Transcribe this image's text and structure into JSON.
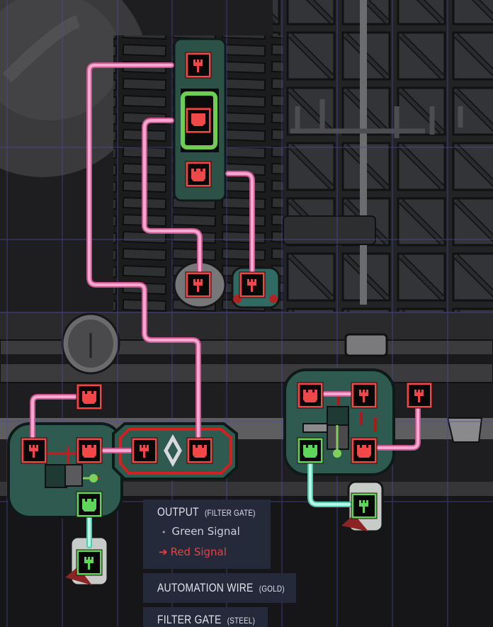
{
  "colors": {
    "wire_red": "#f08ab0",
    "signal_red": "#f04848",
    "signal_green": "#5fd65a",
    "wire_green": "#7fe8cc",
    "panel_teal": "#2f5a4f",
    "tooltip_bg": "#262b3d",
    "tooltip_text": "#e9ecf2",
    "tooltip_active": "#ee4444"
  },
  "tooltip": {
    "output_title": "OUTPUT",
    "output_subtitle": "(FILTER GATE)",
    "options": [
      {
        "label": "Green Signal",
        "marker": "•",
        "selected": false
      },
      {
        "label": "Red Signal",
        "marker": "➔",
        "selected": true
      }
    ],
    "wire_title": "AUTOMATION WIRE",
    "wire_subtitle": "(GOLD)",
    "gate_title": "FILTER GATE",
    "gate_subtitle": "(STEEL)"
  },
  "ports": [
    {
      "id": "port-top-input",
      "signal": "red",
      "kind": "input"
    },
    {
      "id": "port-memory-center",
      "signal": "red",
      "kind": "memory"
    },
    {
      "id": "port-top-output",
      "signal": "red",
      "kind": "output"
    },
    {
      "id": "port-sensor-left",
      "signal": "red",
      "kind": "input"
    },
    {
      "id": "port-sensor-right",
      "signal": "red",
      "kind": "input"
    },
    {
      "id": "port-left-upper",
      "signal": "red",
      "kind": "output"
    },
    {
      "id": "port-left-gate-in",
      "signal": "red",
      "kind": "input"
    },
    {
      "id": "port-left-gate-out",
      "signal": "red",
      "kind": "output"
    },
    {
      "id": "port-filter-in",
      "signal": "red",
      "kind": "input"
    },
    {
      "id": "port-filter-out",
      "signal": "red",
      "kind": "output"
    },
    {
      "id": "port-left-green-out",
      "signal": "green",
      "kind": "output"
    },
    {
      "id": "port-left-switch",
      "signal": "green",
      "kind": "input"
    },
    {
      "id": "port-right-in-a",
      "signal": "red",
      "kind": "output"
    },
    {
      "id": "port-right-in-b",
      "signal": "red",
      "kind": "input"
    },
    {
      "id": "port-right-far",
      "signal": "red",
      "kind": "input"
    },
    {
      "id": "port-right-green-out",
      "signal": "green",
      "kind": "output"
    },
    {
      "id": "port-right-red-out",
      "signal": "red",
      "kind": "output"
    },
    {
      "id": "port-right-switch",
      "signal": "green",
      "kind": "input"
    }
  ]
}
